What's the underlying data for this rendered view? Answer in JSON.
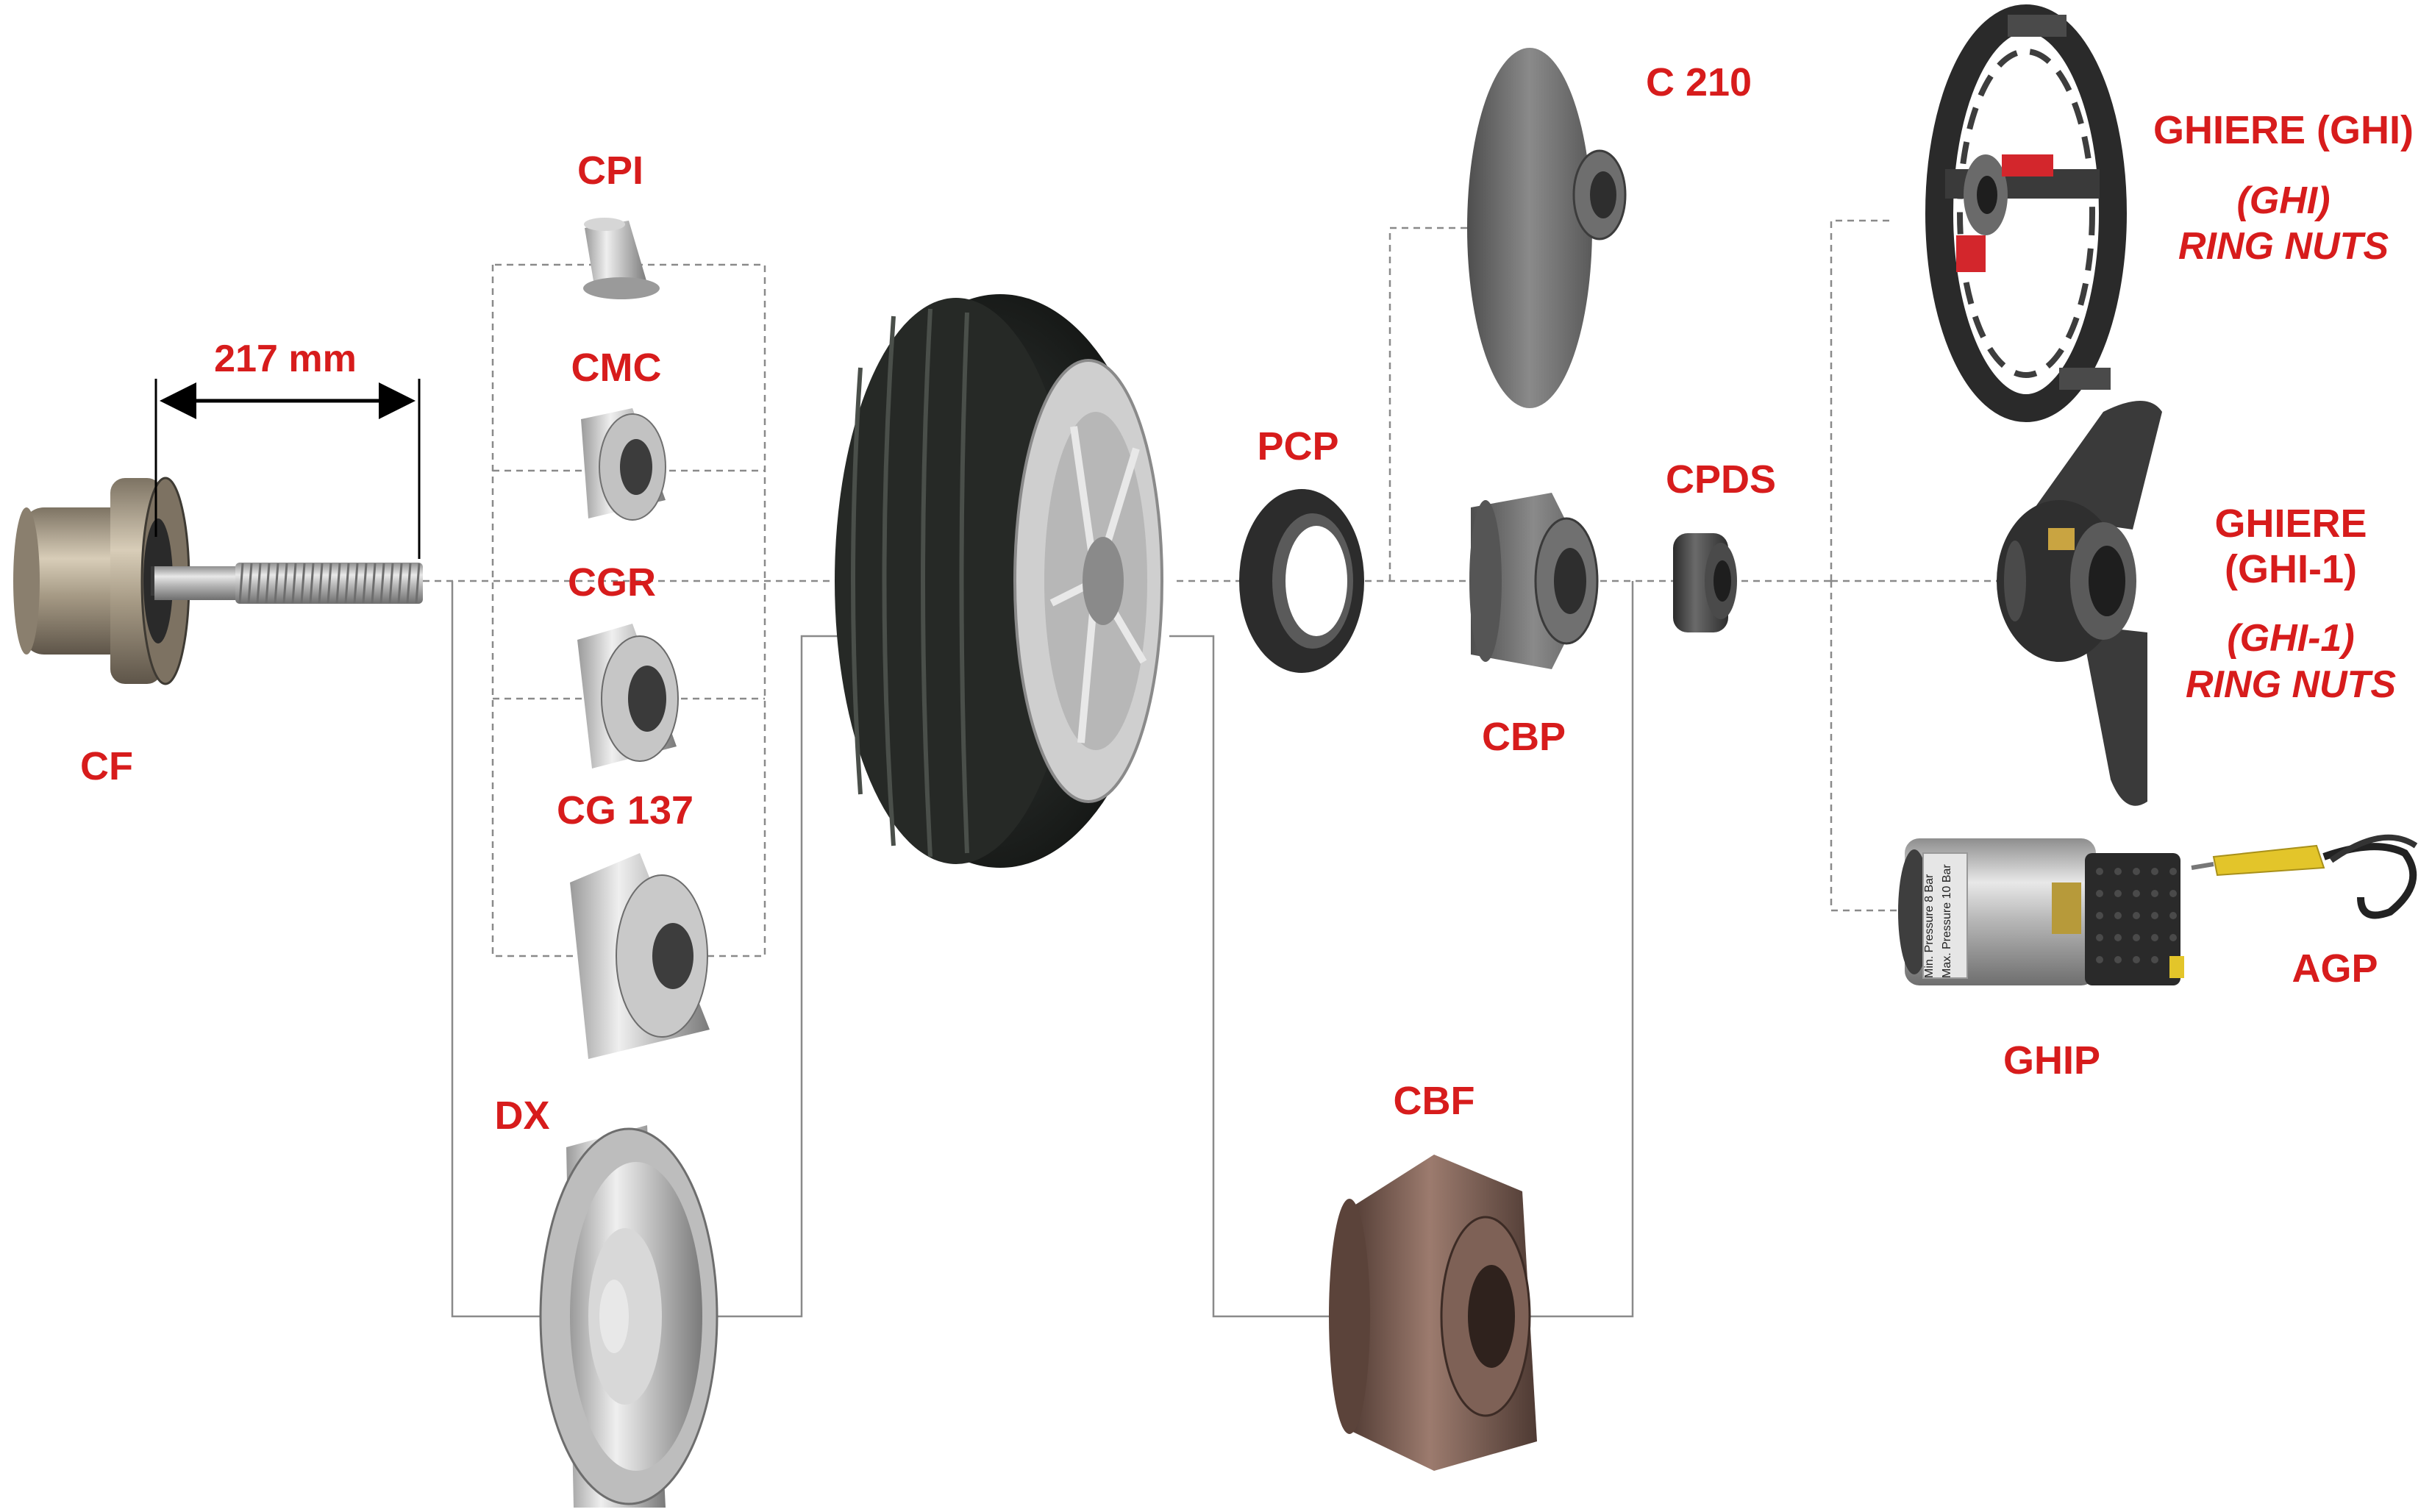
{
  "dimension": {
    "label": "217 mm"
  },
  "labels": {
    "cf": "CF",
    "cpi": "CPI",
    "cmc": "CMC",
    "cgr": "CGR",
    "cg137": "CG 137",
    "dx": "DX",
    "pcp": "PCP",
    "c210": "C 210",
    "cbp": "CBP",
    "cpds": "CPDS",
    "cbf": "CBF",
    "ghi_title": "GHIERE (GHI)",
    "ghi_sub1": "(GHI)",
    "ghi_sub2": "RING NUTS",
    "ghi1_title1": "GHIERE",
    "ghi1_title2": "(GHI-1)",
    "ghi1_sub1": "(GHI-1)",
    "ghi1_sub2": "RING NUTS",
    "ghip": "GHIP",
    "agp": "AGP",
    "ghip_pressure_min": "Min. Pressure   8 Bar",
    "ghip_pressure_max": "Max. Pressure  10 Bar"
  },
  "colors": {
    "label": "#d71c1c",
    "connector": "#8a8a8a",
    "metal": "#c9c9c9",
    "dark_part": "#3a3a3a",
    "cbf_bronze": "#7a5b50",
    "agp_handle": "#e3c52a"
  }
}
